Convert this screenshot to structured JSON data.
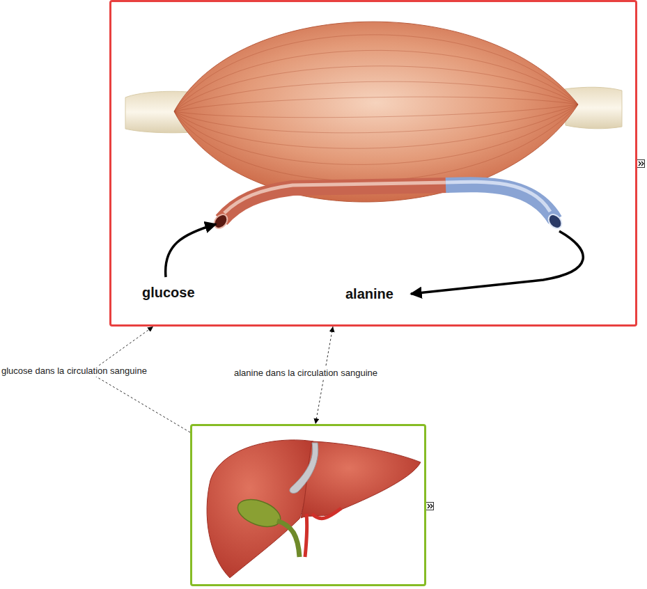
{
  "diagram": {
    "nodes": [
      {
        "text": [
          "glucose",
          "alanine"
        ]
      },
      {
        "text": []
      }
    ],
    "edges": [
      {
        "from": 1,
        "to": 0,
        "arrow": "to",
        "label": "glucose dans la circulation sanguine"
      },
      {
        "from": 0,
        "to": 1,
        "arrow": "both",
        "label": "alanine dans la circulation sanguine"
      }
    ]
  }
}
